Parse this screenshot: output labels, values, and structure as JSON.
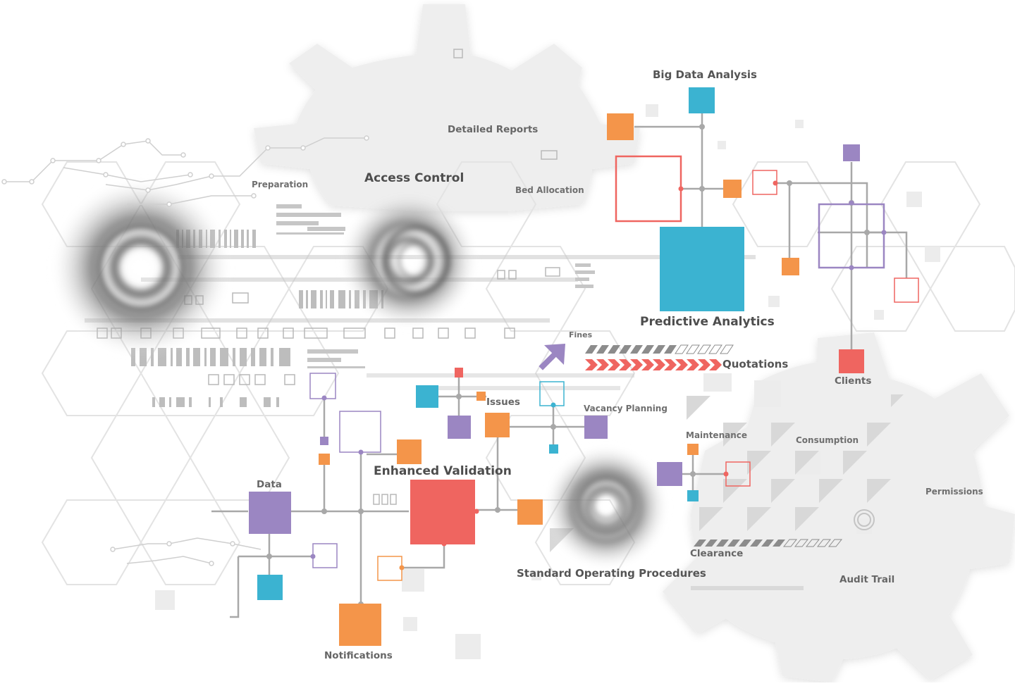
{
  "colors": {
    "blue": "#3bb3d1",
    "orange": "#f4954a",
    "red": "#ef6560",
    "purple": "#9b86c2",
    "line": "#a8a8a8",
    "gear": "#efefef",
    "hex": "#e2e2e2"
  },
  "labels": {
    "big_data_analysis": "Big Data Analysis",
    "detailed_reports": "Detailed Reports",
    "access_control": "Access Control",
    "preparation": "Preparation",
    "bed_allocation": "Bed Allocation",
    "predictive_analytics": "Predictive Analytics",
    "fines": "Fines",
    "quotations": "Quotations",
    "clients": "Clients",
    "issues": "Issues",
    "vacancy_planning": "Vacancy Planning",
    "maintenance": "Maintenance",
    "consumption": "Consumption",
    "permissions": "Permissions",
    "enhanced_validation": "Enhanced Validation",
    "data": "Data",
    "clearance": "Clearance",
    "standard_operating_procedures": "Standard Operating Procedures",
    "audit_trail": "Audit Trail",
    "notifications": "Notifications"
  },
  "nodes": [
    {
      "id": "big-data-analysis-node",
      "color": "blue"
    },
    {
      "id": "predictive-analytics-node",
      "color": "blue"
    },
    {
      "id": "clients-node",
      "color": "red"
    },
    {
      "id": "enhanced-validation-node",
      "color": "red"
    },
    {
      "id": "data-node",
      "color": "purple"
    },
    {
      "id": "notifications-node",
      "color": "orange"
    }
  ]
}
